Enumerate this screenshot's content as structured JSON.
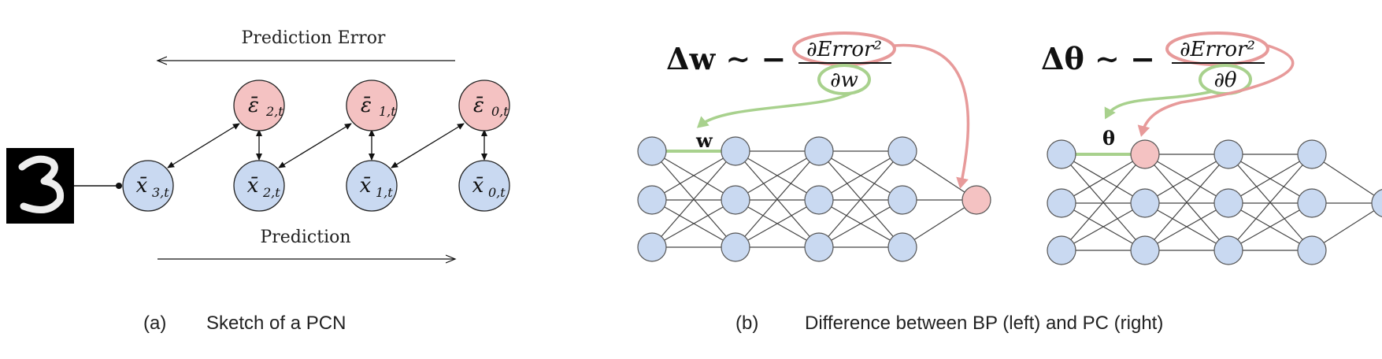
{
  "panel_a": {
    "top_label": "Prediction Error",
    "bottom_label": "Prediction",
    "caption_letter": "(a)",
    "caption_text": "Sketch of a PCN",
    "digit": "3",
    "error_nodes": [
      {
        "symbol": "ε̄",
        "sub": "2,t"
      },
      {
        "symbol": "ε̄",
        "sub": "1,t"
      },
      {
        "symbol": "ε̄",
        "sub": "0,t"
      }
    ],
    "value_nodes": [
      {
        "symbol": "x̄",
        "sub": "3,t"
      },
      {
        "symbol": "x̄",
        "sub": "2,t"
      },
      {
        "symbol": "x̄",
        "sub": "1,t"
      },
      {
        "symbol": "x̄",
        "sub": "0,t"
      }
    ]
  },
  "panel_b": {
    "caption_letter": "(b)",
    "caption_text": "Difference between BP (left) and PC (right)",
    "bp": {
      "lhs": "Δw ∼ −",
      "numerator": "∂Error²",
      "denominator": "∂w",
      "weight_label": "w"
    },
    "pc": {
      "lhs": "Δθ ∼ −",
      "numerator": "∂Error²",
      "denominator": "∂θ",
      "weight_label": "θ"
    }
  },
  "colors": {
    "node_blue": "#c9d9f1",
    "node_red": "#f4c2c2",
    "highlight_red": "#e79a9a",
    "highlight_green": "#a8d18d"
  }
}
